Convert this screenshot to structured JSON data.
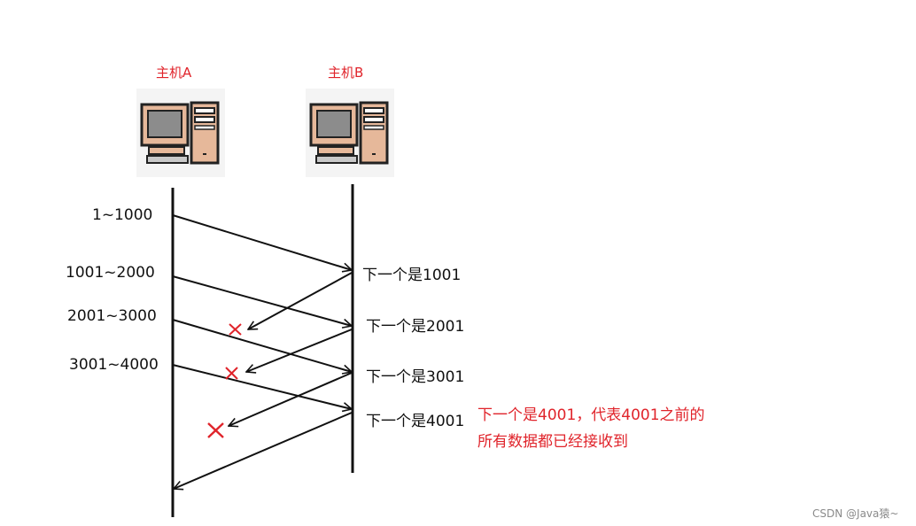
{
  "hosts": {
    "a_label": "主机A",
    "b_label": "主机B"
  },
  "segments": [
    "1~1000",
    "1001~2000",
    "2001~3000",
    "3001~4000"
  ],
  "acks": [
    "下一个是1001",
    "下一个是2001",
    "下一个是3001",
    "下一个是4001"
  ],
  "note": {
    "line1": "下一个是4001，代表4001之前的",
    "line2": "所有数据都已经接收到"
  },
  "watermark": "CSDN @Java猿~",
  "colors": {
    "accent": "#e0242b",
    "line": "#111111",
    "computer_beige": "#e6b89a",
    "screen": "#8c8c8c"
  }
}
